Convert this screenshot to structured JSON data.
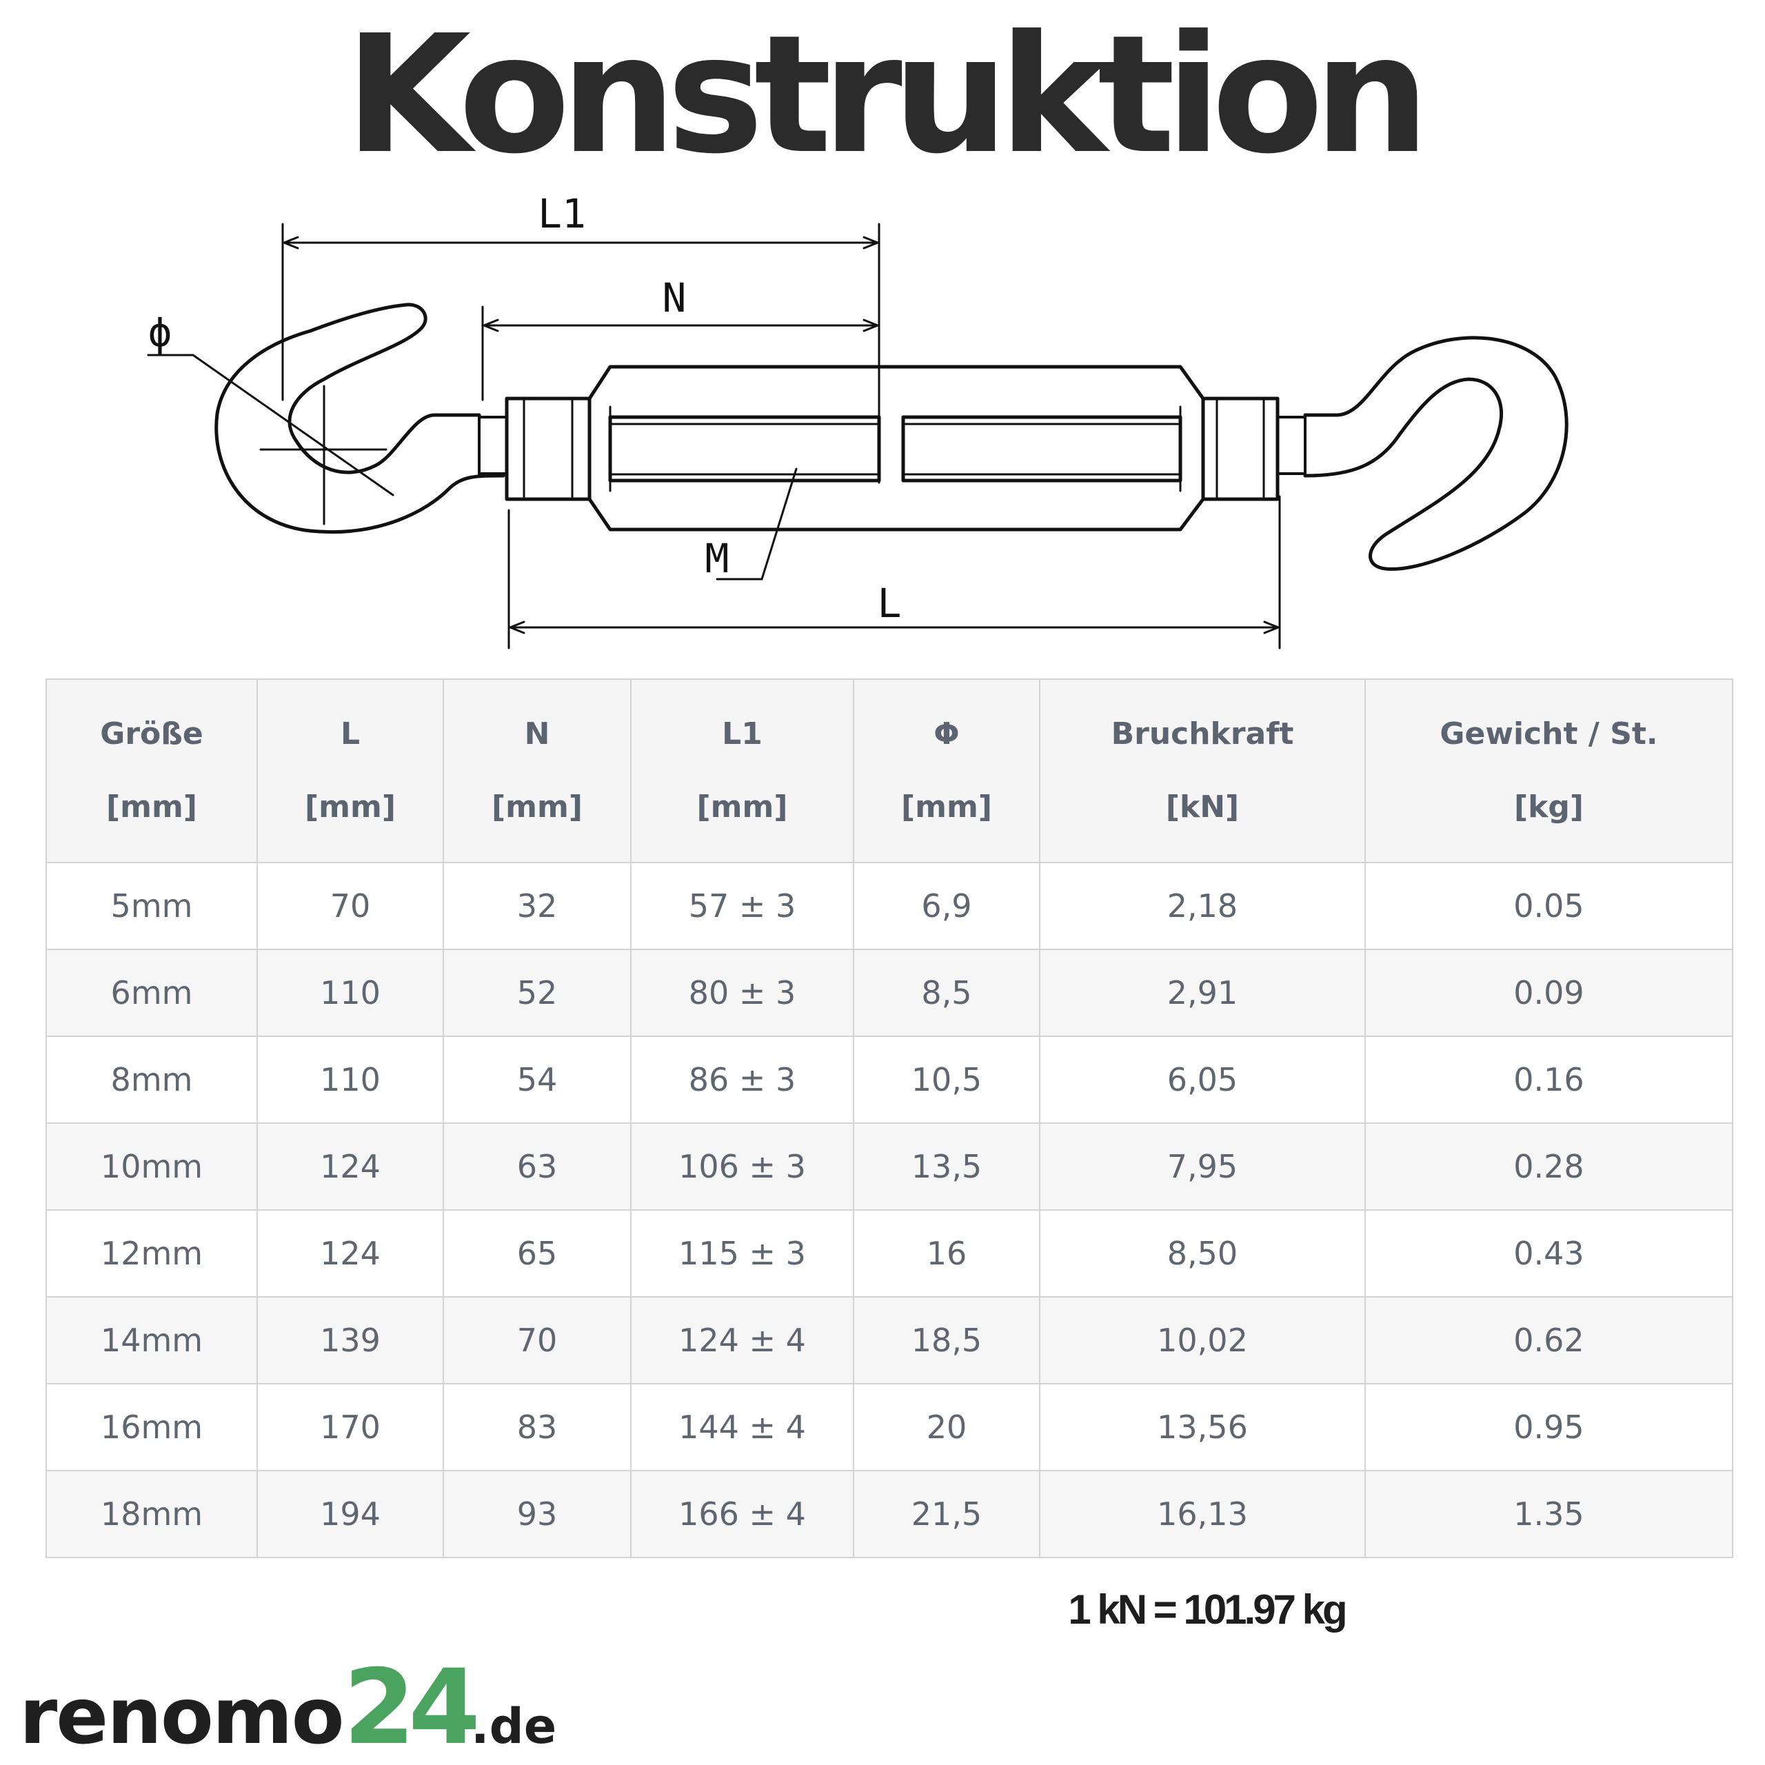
{
  "title": "Konstruktion",
  "drawing": {
    "labels": {
      "l1": "L1",
      "n": "N",
      "phi": "ϕ",
      "m": "M",
      "l": "L"
    }
  },
  "table": {
    "headers": [
      {
        "name": "Größe",
        "unit": "[mm]"
      },
      {
        "name": "L",
        "unit": "[mm]"
      },
      {
        "name": "N",
        "unit": "[mm]"
      },
      {
        "name": "L1",
        "unit": "[mm]"
      },
      {
        "name": "Φ",
        "unit": "[mm]"
      },
      {
        "name": "Bruchkraft",
        "unit": "[kN]"
      },
      {
        "name": "Gewicht / St.",
        "unit": "[kg]"
      }
    ],
    "rows": [
      [
        "5mm",
        "70",
        "32",
        "57 ± 3",
        "6,9",
        "2,18",
        "0.05"
      ],
      [
        "6mm",
        "110",
        "52",
        "80 ± 3",
        "8,5",
        "2,91",
        "0.09"
      ],
      [
        "8mm",
        "110",
        "54",
        "86 ± 3",
        "10,5",
        "6,05",
        "0.16"
      ],
      [
        "10mm",
        "124",
        "63",
        "106 ± 3",
        "13,5",
        "7,95",
        "0.28"
      ],
      [
        "12mm",
        "124",
        "65",
        "115 ± 3",
        "16",
        "8,50",
        "0.43"
      ],
      [
        "14mm",
        "139",
        "70",
        "124 ± 4",
        "18,5",
        "10,02",
        "0.62"
      ],
      [
        "16mm",
        "170",
        "83",
        "144 ± 4",
        "20",
        "13,56",
        "0.95"
      ],
      [
        "18mm",
        "194",
        "93",
        "166 ± 4",
        "21,5",
        "16,13",
        "1.35"
      ]
    ]
  },
  "conversion_note": "1 kN = 101.97 kg",
  "logo": {
    "part1": "renomo",
    "part2": "24",
    "part3": ".de",
    "colors": {
      "text": "#1f1f1f",
      "accent": "#4aa35f"
    }
  }
}
